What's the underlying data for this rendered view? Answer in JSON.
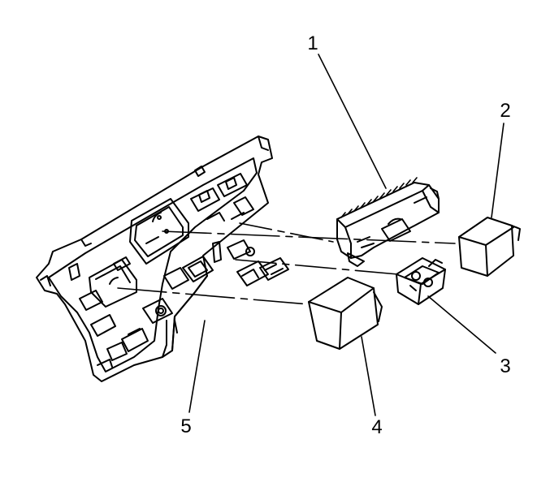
{
  "diagram": {
    "stroke_color": "#000000",
    "background": "#ffffff",
    "callouts": [
      {
        "id": "1",
        "text": "1"
      },
      {
        "id": "2",
        "text": "2"
      },
      {
        "id": "3",
        "text": "3"
      },
      {
        "id": "4",
        "text": "4"
      },
      {
        "id": "5",
        "text": "5"
      }
    ]
  }
}
